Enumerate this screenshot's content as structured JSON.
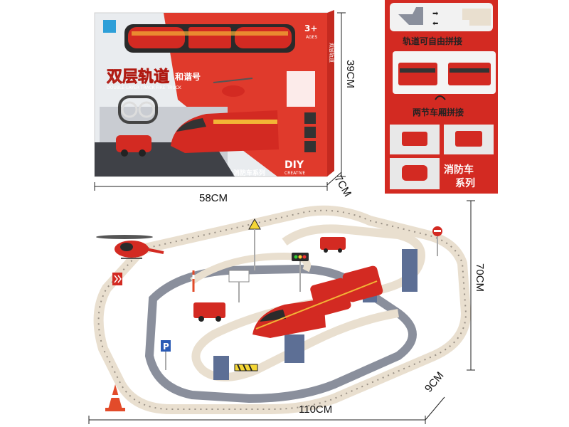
{
  "box": {
    "title_cn": "双层轨道",
    "title_cn_sub": "和谐号",
    "title_en": "DOUBLE-LAYER TRACK FIRE TRUCK",
    "age": "3+",
    "age_sub": "AGES",
    "diy": "DIY",
    "diy_sub": "CREATIVE",
    "series": "消防车系列",
    "side_label": "双层轨道"
  },
  "dimensions": {
    "width": "58CM",
    "height": "39CM",
    "depth": "7CM",
    "set_width": "110CM",
    "set_height": "70CM",
    "set_depth": "9CM"
  },
  "panel": {
    "track_caption": "轨道可自由拼接",
    "car_caption": "两节车厢拼接",
    "fire_caption_1": "消防车",
    "fire_caption_2": "系列"
  },
  "colors": {
    "red": "#d32a22",
    "dark_red": "#a01812",
    "box_bg": "#e03a2c",
    "track_grey": "#8a8f9c",
    "track_cream": "#e9dfcf",
    "pillar_blue": "#5d6f95"
  }
}
